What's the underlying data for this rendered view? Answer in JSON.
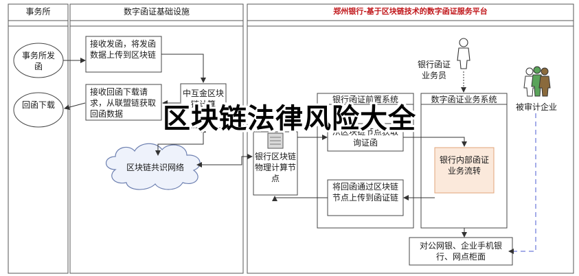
{
  "lanes": {
    "firm": "事务所",
    "infra": "数字函证基础设施",
    "platform": "郑州银行-基于区块链技术的数字函证服务平台"
  },
  "nodes": {
    "firm_send": "事务所发函",
    "letter_download": "回函下载",
    "receive_letter": "接收发函，将发函数据上传到区块链",
    "receive_reply": "接收回函下载请求，从联盟链获取回函数据",
    "zhonghu": "中互金区块链计算",
    "network": "区块链共识网络",
    "bank_node": "银行区块链物理计算节点",
    "teller": "银行函证业务员",
    "front_system": "银行函证前置系统",
    "fetch_letter": "从区块链节点获取询证函",
    "upload_reply": "将回函通过区块链节点上传到函证链",
    "biz_system": "数字函证业务系统",
    "internal_flow": "银行内部函证业务流转",
    "audited": "被审计企业",
    "channels": "对公网银、企业手机银行、网点柜面"
  },
  "overlay_title": "区块链法律风险大全",
  "colors": {
    "platform_title": "#c0161a",
    "internal_fill": "#fbe9db",
    "internal_border": "#e0a47a",
    "dashed_line": "#4a5ad0"
  }
}
